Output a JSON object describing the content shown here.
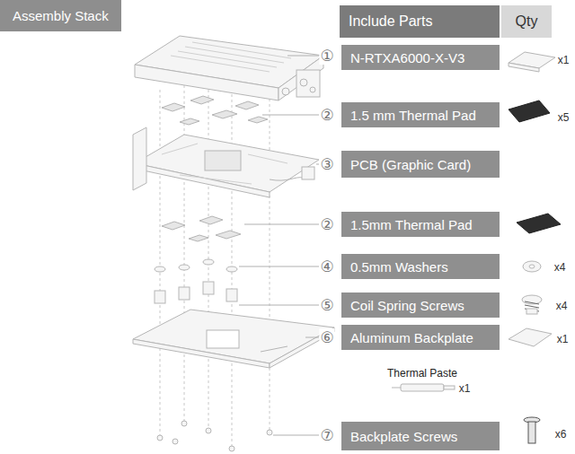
{
  "diagram": {
    "title": "Assembly Stack",
    "nodes": [
      {
        "text": [
          "Include Parts"
        ]
      },
      {
        "text": [
          "Qty"
        ]
      },
      {
        "text": [
          "N-RTXA6000-X-V3"
        ]
      },
      {
        "text": [
          "1.5 mm Thermal Pad"
        ]
      },
      {
        "text": [
          "PCB (Graphic Card)"
        ]
      },
      {
        "text": [
          "1.5mm Thermal Pad"
        ]
      },
      {
        "text": [
          "0.5mm Washers"
        ]
      },
      {
        "text": [
          "Coil Spring Screws"
        ]
      },
      {
        "text": [
          "Aluminum Backplate"
        ]
      },
      {
        "text": [
          "Backplate Screws"
        ]
      }
    ],
    "labels": [
      "①",
      "x1",
      "②",
      "x5",
      "③",
      "②",
      "④",
      "x4",
      "⑤",
      "x4",
      "⑥",
      "x1",
      "Thermal Paste",
      "x1",
      "⑦",
      "x6"
    ]
  }
}
